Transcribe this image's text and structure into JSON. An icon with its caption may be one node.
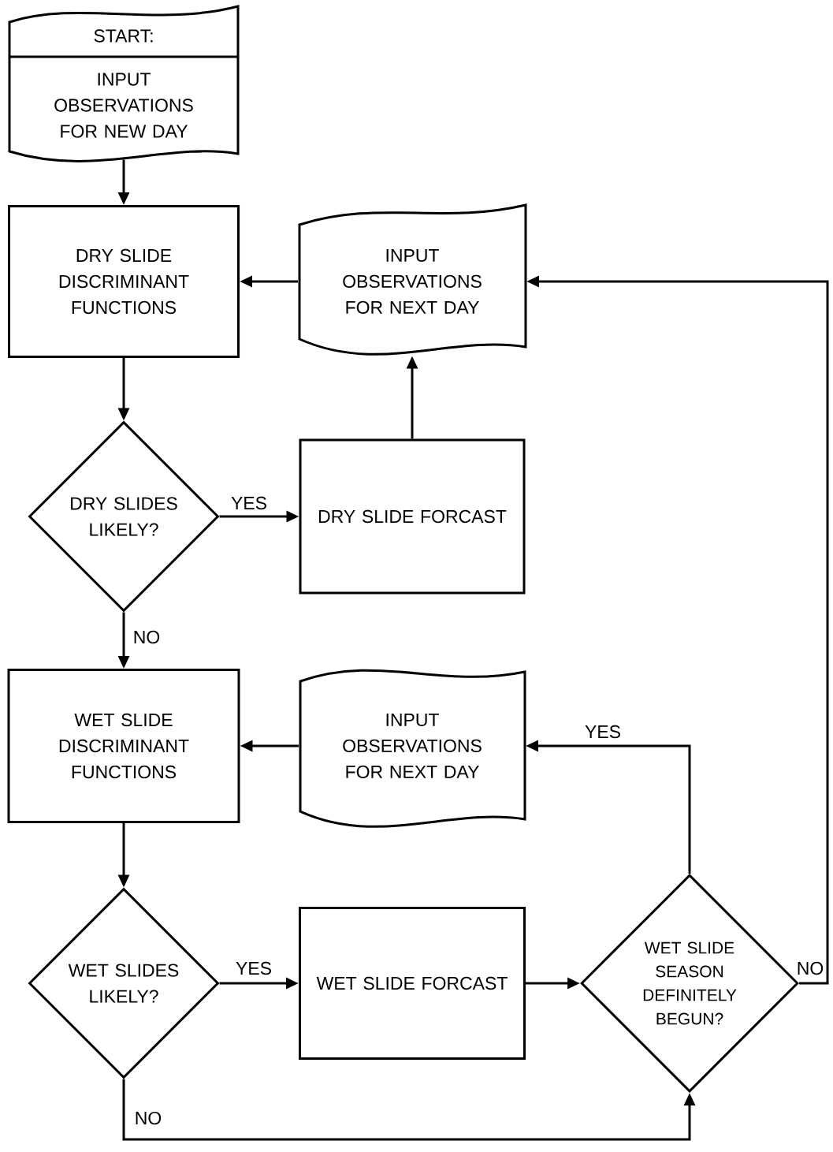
{
  "diagram": {
    "nodes": [
      {
        "text": [
          "START:",
          "INPUT OBSERVATIONS FOR NEW DAY"
        ]
      },
      {
        "text": [
          "DRY SLIDE DISCRIMINANT FUNCTIONS"
        ]
      },
      {
        "text": [
          "INPUT OBSERVATIONS FOR NEXT DAY"
        ]
      },
      {
        "text": [
          "DRY SLIDES LIKELY?"
        ]
      },
      {
        "text": [
          "DRY SLIDE FORCAST"
        ]
      },
      {
        "text": [
          "WET SLIDE DISCRIMINANT FUNCTIONS"
        ]
      },
      {
        "text": [
          "INPUT OBSERVATIONS FOR NEXT DAY"
        ]
      },
      {
        "text": [
          "WET SLIDES LIKELY?"
        ]
      },
      {
        "text": [
          "WET SLIDE FORCAST"
        ]
      },
      {
        "text": [
          "WET SLIDE SEASON DEFINITELY BEGUN?"
        ]
      }
    ],
    "edges": [
      {
        "from": 0,
        "to": 1,
        "arrow": "to"
      },
      {
        "from": 2,
        "to": 1,
        "arrow": "to"
      },
      {
        "from": 1,
        "to": 3,
        "arrow": "to"
      },
      {
        "from": 3,
        "to": 4,
        "arrow": "to",
        "label": "YES"
      },
      {
        "from": 4,
        "to": 2,
        "arrow": "to"
      },
      {
        "from": 3,
        "to": 5,
        "arrow": "to",
        "label": "NO"
      },
      {
        "from": 6,
        "to": 5,
        "arrow": "to"
      },
      {
        "from": 5,
        "to": 7,
        "arrow": "to"
      },
      {
        "from": 7,
        "to": 8,
        "arrow": "to",
        "label": "YES"
      },
      {
        "from": 8,
        "to": 9,
        "arrow": "to"
      },
      {
        "from": 7,
        "to": 9,
        "arrow": "to",
        "label": "NO"
      },
      {
        "from": 9,
        "to": 6,
        "arrow": "to",
        "label": "YES"
      },
      {
        "from": 9,
        "to": 2,
        "arrow": "to",
        "label": "NO"
      }
    ]
  }
}
